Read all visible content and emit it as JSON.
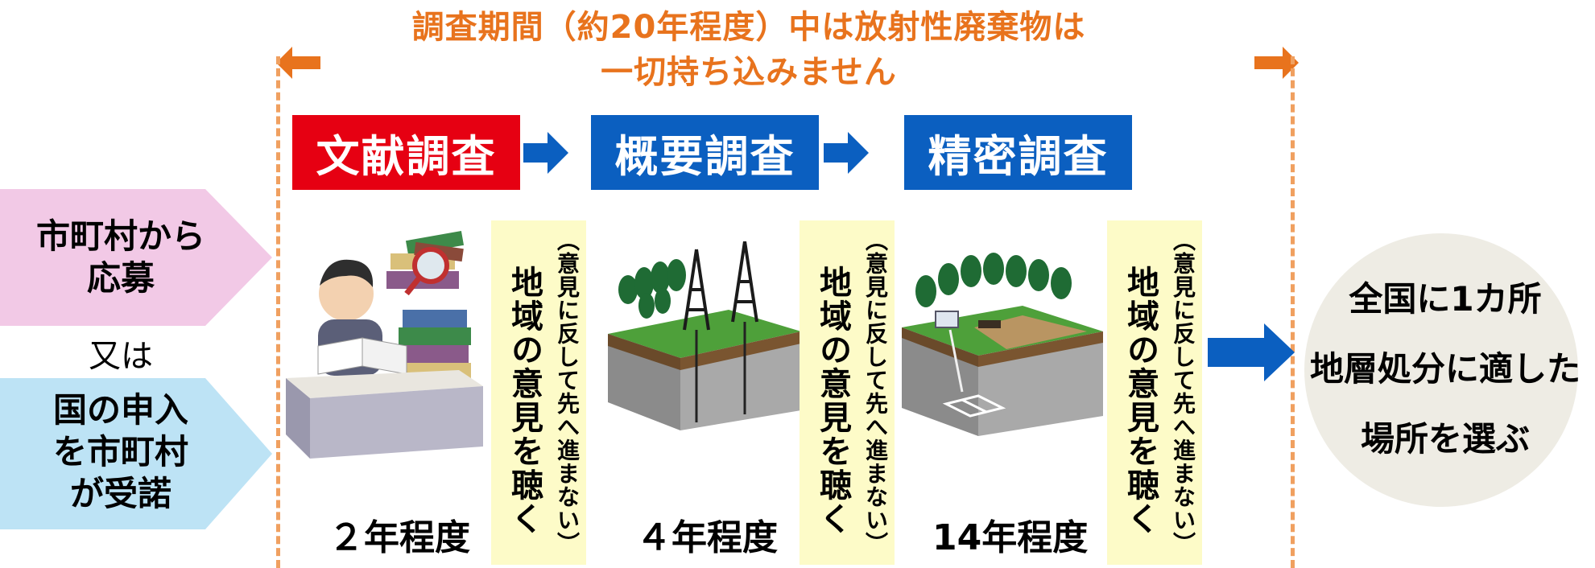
{
  "title": {
    "line1": "調査期間（約20年程度）中は放射性廃棄物は",
    "line2": "一切持ち込みません"
  },
  "stages": [
    {
      "label": "文献調査",
      "color": "#e60012",
      "duration": "２年程度"
    },
    {
      "label": "概要調査",
      "color": "#0b5fc0",
      "duration": "４年程度"
    },
    {
      "label": "精密調査",
      "color": "#0b5fc0",
      "duration": "14年程度"
    }
  ],
  "left": {
    "pink_text_line1": "市町村から",
    "pink_text_line2": "応募",
    "pink_color": "#f2c9e6",
    "or_text": "又は",
    "blue_text_line1": "国の申入",
    "blue_text_line2": "を市町村",
    "blue_text_line3": "が受諾",
    "blue_color": "#bde3f5"
  },
  "opinion": {
    "small": "（意見に反して先へ進まない）",
    "big": "地域の意見を聴く"
  },
  "result": {
    "line1": "全国に1カ所",
    "line2": "地層処分に適した",
    "line3": "場所を選ぶ"
  },
  "colors": {
    "title_orange": "#e8731d",
    "arrow_blue": "#0b5fc0",
    "yellow_band": "#fdfbc8"
  }
}
